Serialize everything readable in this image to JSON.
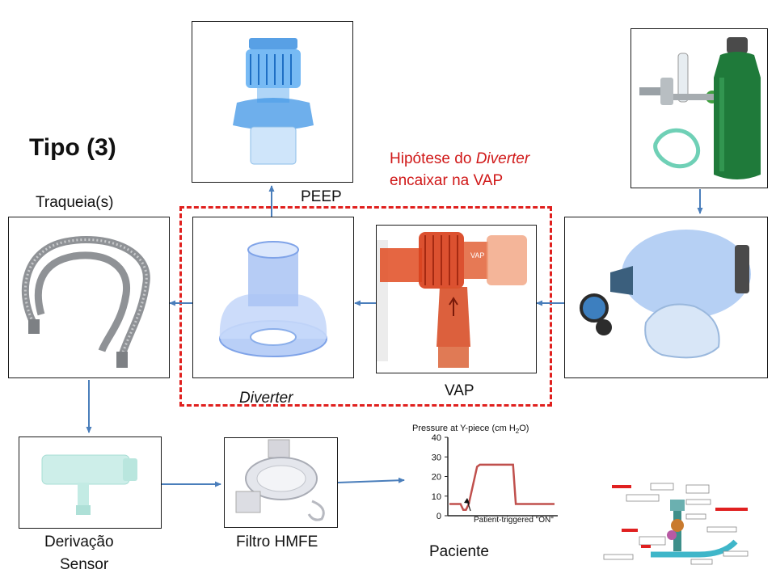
{
  "title": "Tipo (3)",
  "hypothesis": {
    "line1_prefix": "Hipótese do ",
    "line1_italic": "Diverter",
    "line2": "encaixar na VAP"
  },
  "labels": {
    "peep": "PEEP",
    "traqueia": "Traqueia(s)",
    "diverter": "Diverter",
    "vap": "VAP",
    "derivacao_line1": "Derivação",
    "derivacao_line2": "Sensor",
    "filtro": "Filtro HMFE",
    "paciente": "Paciente"
  },
  "vap_print": "VAP",
  "colors": {
    "arrow": "#4a7ebb",
    "dashed_border": "#e0201e",
    "text_red": "#d01818",
    "curve": "#c0504d"
  },
  "pressure_chart": {
    "title_prefix": "Pressure at Y-piece (cm H",
    "title_sub": "2",
    "title_suffix": "O)",
    "annotation": "Patient-triggered \"ON\"",
    "y_ticks": [
      "40",
      "30",
      "20",
      "10",
      "0"
    ]
  },
  "chart_data": {
    "type": "line",
    "title": "Pressure at Y-piece (cm H2O)",
    "ylim": [
      0,
      40
    ],
    "yticks": [
      0,
      10,
      20,
      30,
      40
    ],
    "series": [
      {
        "x": [
          0,
          8,
          10,
          12,
          14,
          20,
          22,
          46,
          48,
          62,
          76
        ],
        "y": [
          6,
          6,
          3,
          3,
          6,
          25,
          26,
          26,
          6,
          6,
          6
        ]
      }
    ],
    "annotations": [
      "Patient-triggered \"ON\""
    ],
    "grid": false
  }
}
